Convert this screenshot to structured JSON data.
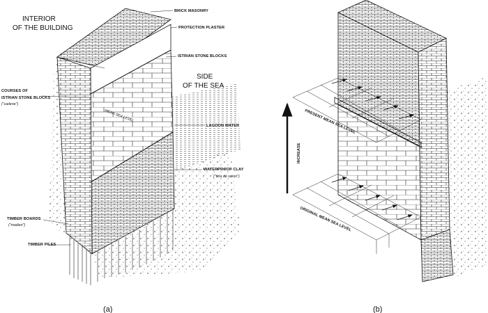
{
  "left_diagram": {
    "interior_label": [
      "INTERIOR",
      "OF THE BUILDING"
    ],
    "side_label": [
      "SIDE",
      "OF THE SEA"
    ],
    "labels": {
      "brick_masonry": "BRICK MASONRY",
      "protection_plaster": "PROTECTION PLASTER",
      "istrian_blocks": "ISTRIAN STONE BLOCKS",
      "courses_line1": "COURSES OF",
      "courses_line2": "ISTRIAN STONE BLOCKS",
      "courses_line3": "(\"cadene\")",
      "mean_sea_level": "MEAN SEA LEVEL",
      "lagoon_water": "LAGOON WATER",
      "clay_line1": "WATERPROOF CLAY",
      "clay_line2": "(\"tera de saron\")",
      "timber_boards_line1": "TIMBER BOARDS",
      "timber_boards_line2": "(\"madieri\")",
      "timber_piles": "TIMBER PILES"
    },
    "caption": "(a)"
  },
  "right_diagram": {
    "increase_label": "INCREASE",
    "present_level": "PRESENT MEAN SEA LEVEL",
    "original_level": "ORIGINAL MEAN SEA LEVEL",
    "caption": "(b)"
  }
}
